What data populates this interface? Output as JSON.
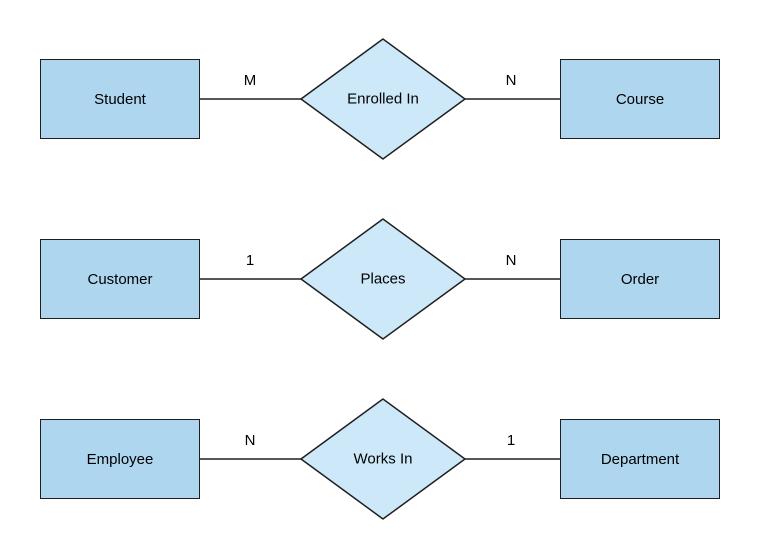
{
  "diagram": {
    "type": "entity-relationship",
    "rows": [
      {
        "left_entity": "Student",
        "left_cardinality": "M",
        "relationship": "Enrolled In",
        "right_cardinality": "N",
        "right_entity": "Course"
      },
      {
        "left_entity": "Customer",
        "left_cardinality": "1",
        "relationship": "Places",
        "right_cardinality": "N",
        "right_entity": "Order"
      },
      {
        "left_entity": "Employee",
        "left_cardinality": "N",
        "relationship": "Works In",
        "right_cardinality": "1",
        "right_entity": "Department"
      }
    ],
    "colors": {
      "background": "#ffffff",
      "entity_fill": "#aed6ef",
      "relationship_fill": "#cde8f9",
      "shape_border": "#1f1f1f",
      "connector": "#1f1f1f"
    }
  }
}
